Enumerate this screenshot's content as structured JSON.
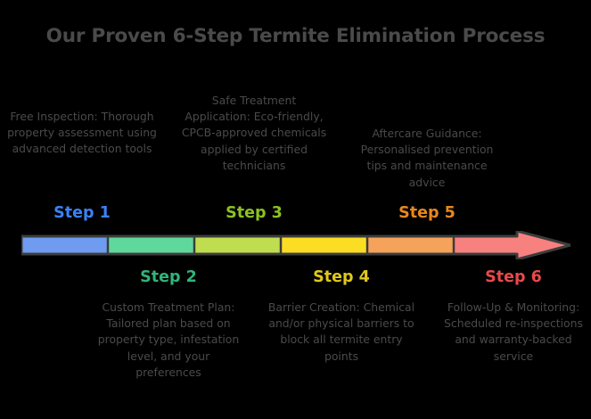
{
  "title": "Our Proven 6-Step Termite Elimination Process",
  "theme": {
    "background": "#000000",
    "text_color": "#4a4a4a",
    "arrow_outline": "#3c3c3c"
  },
  "chart_data": {
    "type": "bar",
    "title": "Our Proven 6-Step Termite Elimination Process",
    "xlabel": "",
    "ylabel": "",
    "categories": [
      "Step 1",
      "Step 2",
      "Step 3",
      "Step 4",
      "Step 5",
      "Step 6"
    ],
    "values": [
      1,
      1,
      1,
      1,
      1,
      1
    ],
    "colors": [
      "#6f9bf0",
      "#5fd99b",
      "#c0dd4f",
      "#fbdd24",
      "#f5a25b",
      "#f7817f"
    ],
    "annotations": [
      "Free Inspection: Thorough property assessment using advanced detection tools",
      "Custom Treatment Plan: Tailored plan based on property type, infestation level, and your preferences",
      "Safe Treatment Application: Eco-friendly, CPCB-approved chemicals applied by certified technicians",
      "Barrier Creation: Chemical and/or physical barriers to block all termite entry points",
      "Aftercare Guidance: Personalised prevention tips and maintenance advice",
      "Follow-Up & Monitoring: Scheduled re-inspections and warranty-backed service"
    ]
  },
  "steps": [
    {
      "label": "Step 1",
      "color": "#3b82f6",
      "segment_color": "#6f9bf0",
      "position": "top",
      "description": "Free Inspection: Thorough property assessment using advanced detection tools"
    },
    {
      "label": "Step 2",
      "color": "#2fb57a",
      "segment_color": "#5fd99b",
      "position": "bottom",
      "description": "Custom Treatment Plan: Tailored plan based on property type, infestation level, and your preferences"
    },
    {
      "label": "Step 3",
      "color": "#8cc21f",
      "segment_color": "#c0dd4f",
      "position": "top",
      "description": "Safe Treatment Application: Eco-friendly, CPCB-approved chemicals applied by certified technicians"
    },
    {
      "label": "Step 4",
      "color": "#e0c81a",
      "segment_color": "#fbdd24",
      "position": "bottom",
      "description": "Barrier Creation: Chemical and/or physical barriers to block all termite entry points"
    },
    {
      "label": "Step 5",
      "color": "#e8881c",
      "segment_color": "#f5a25b",
      "position": "top",
      "description": "Aftercare Guidance: Personalised prevention tips and maintenance advice"
    },
    {
      "label": "Step 6",
      "color": "#e8494a",
      "segment_color": "#f7817f",
      "position": "bottom",
      "description": "Follow-Up & Monitoring: Scheduled re-inspections and warranty-backed service"
    }
  ]
}
